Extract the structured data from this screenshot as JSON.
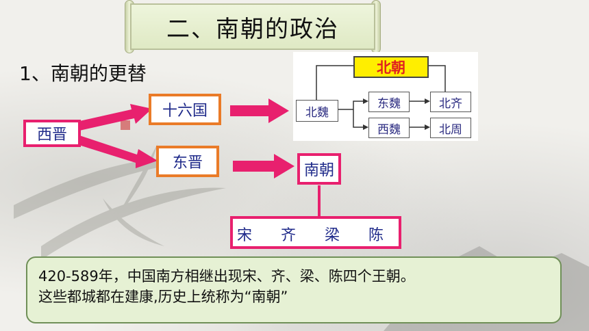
{
  "title": "二、南朝的政治",
  "subtitle": "1、南朝的更替",
  "nodes": {
    "xijin": "西晋",
    "sixteen": "十六国",
    "dongjin": "东晋",
    "nanchao": "南朝"
  },
  "northern_chart": {
    "beichao": "北朝",
    "beiwei": "北魏",
    "dongwei": "东魏",
    "beiqi": "北齐",
    "xiwei": "西魏",
    "beizhou": "北周"
  },
  "southern_chain": [
    "宋",
    "齐",
    "梁",
    "陈"
  ],
  "caption": {
    "line1": "420-589年，中国南方相继出现宋、齐、梁、陈四个王朝。",
    "line2": "这些都城都在建康,历史上统称为“南朝”"
  },
  "colors": {
    "pink": "#e8206e",
    "orange": "#ea7b28",
    "node_text": "#1f2a8a",
    "beichao_fill": "#ffee00",
    "beichao_text": "#e02020",
    "caption_bg": "#e6f1d4"
  }
}
